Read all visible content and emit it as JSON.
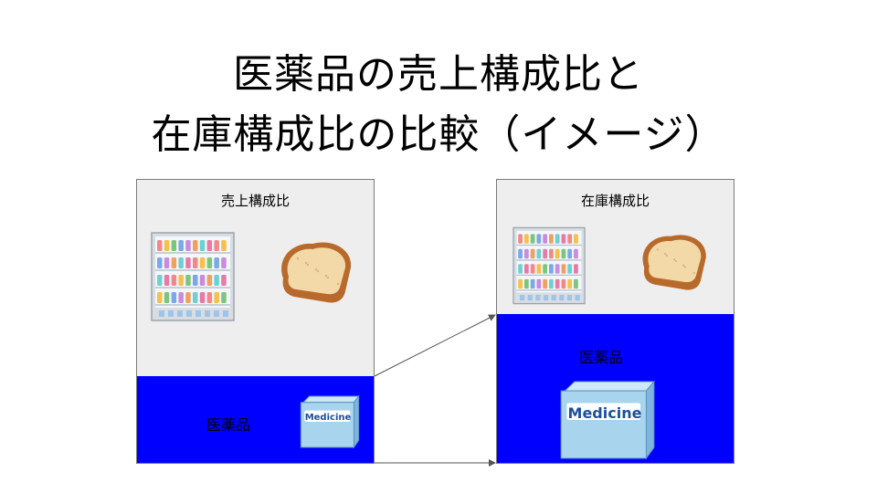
{
  "title": {
    "line1": "医薬品の売上構成比と",
    "line2": "在庫構成比の比較（イメージ）"
  },
  "left_panel": {
    "label": "売上構成比",
    "medicine_label": "医薬品",
    "box_text": "Medicine"
  },
  "right_panel": {
    "label": "在庫構成比",
    "medicine_label": "医薬品",
    "box_text": "Medicine"
  },
  "colors": {
    "medicine_fill": "#0000ff",
    "other_fill": "#eeeeee",
    "bread": "#e8b876",
    "medicine_box": "#a8d4ee"
  },
  "icons": [
    "shelf-icon",
    "bread-icon",
    "medicine-box-icon"
  ]
}
